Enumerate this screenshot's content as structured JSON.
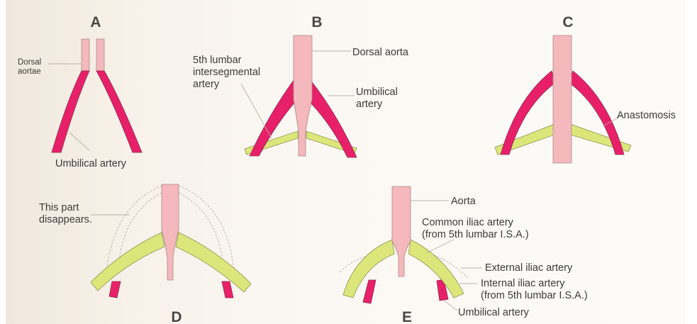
{
  "panels": {
    "A": {
      "letter": "A",
      "dorsal_aortae": [
        "Dorsal",
        "aortae"
      ],
      "umbilical_artery": "Umbilical artery"
    },
    "B": {
      "letter": "B",
      "dorsal_aorta": "Dorsal aorta",
      "fifth_lumbar": [
        "5th lumbar",
        "intersegmental",
        "artery"
      ],
      "umbilical": [
        "Umbilical",
        "artery"
      ]
    },
    "C": {
      "letter": "C",
      "anastomosis": "Anastomosis"
    },
    "D": {
      "letter": "D",
      "disappears": [
        "This part",
        "disappears."
      ]
    },
    "E": {
      "letter": "E",
      "aorta": "Aorta",
      "common_iliac": [
        "Common iliac artery",
        "(from 5th lumbar I.S.A.)"
      ],
      "external_iliac": "External iliac artery",
      "internal_iliac": [
        "Internal iliac artery",
        "(from 5th lumbar I.S.A.)"
      ],
      "umbilical_artery": "Umbilical artery"
    }
  },
  "colors": {
    "umbilical": "#e8206a",
    "aorta": "#f4b8bd",
    "iliac": "#dde67a",
    "background": "#f8f3ec"
  }
}
